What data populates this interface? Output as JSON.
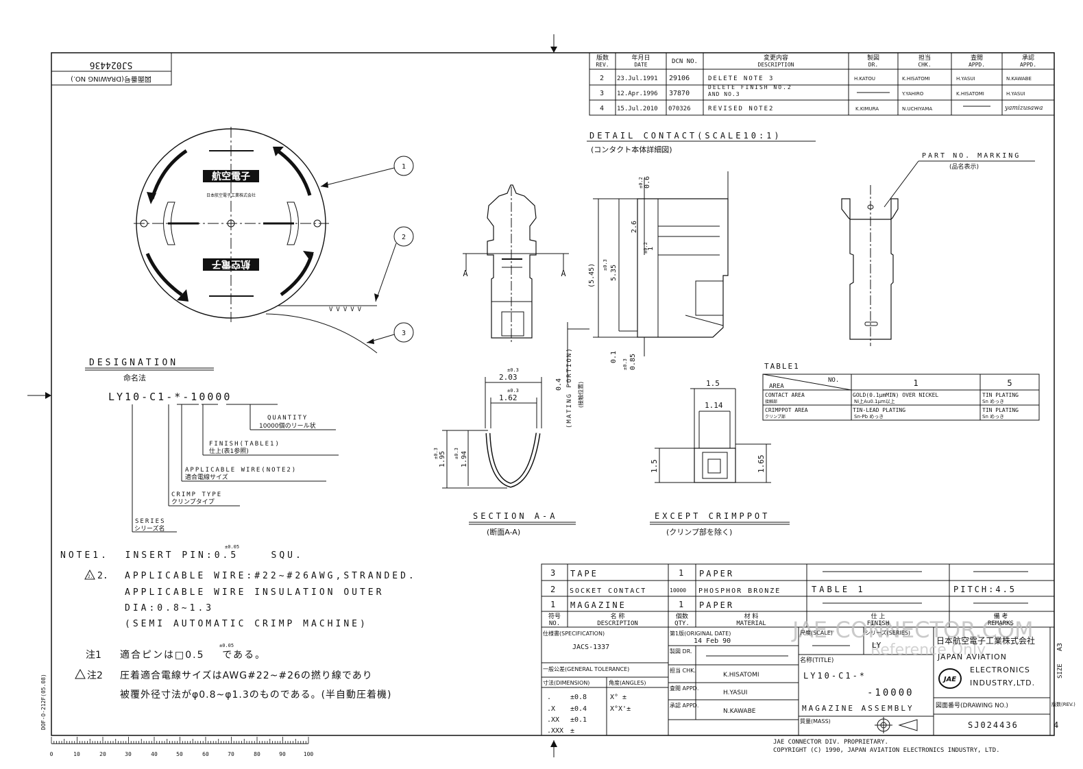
{
  "drawing_no_box": {
    "label": "図面番号(DRAWING NO.)",
    "value": "SJ024436"
  },
  "revision_table": {
    "headers": [
      {
        "jp": "版数",
        "en": "REV."
      },
      {
        "jp": "年月日",
        "en": "DATE"
      },
      {
        "jp": "",
        "en": "DCN NO."
      },
      {
        "jp": "変更内容",
        "en": "DESCRIPTION"
      },
      {
        "jp": "製図",
        "en": "DR."
      },
      {
        "jp": "担当",
        "en": "CHK."
      },
      {
        "jp": "査閲",
        "en": "APPD."
      },
      {
        "jp": "承認",
        "en": "APPD."
      }
    ],
    "rows": [
      {
        "rev": "2",
        "date": "23.Jul.1991",
        "dcn": "29106",
        "desc": "DELETE NOTE 3",
        "desc2": "",
        "dr": "H.KATOU",
        "chk": "K.HISATOMI",
        "appd1": "H.YASUI",
        "appd2": "N.KAWABE"
      },
      {
        "rev": "3",
        "date": "12.Apr.1996",
        "dcn": "37870",
        "desc": "DELETE FINISH NO.2",
        "desc2": "AND NO.3",
        "dr": "",
        "chk": "Y.YAHIRO",
        "appd1": "K.HISATOMI",
        "appd2": "H.YASUI"
      },
      {
        "rev": "4",
        "date": "15.Jul.2010",
        "dcn": "070326",
        "desc": "REVISED NOTE2",
        "desc2": "",
        "dr": "K.KIMURA",
        "chk": "N.UCHIYAMA",
        "appd1": "",
        "appd2": "yamizusawa"
      }
    ]
  },
  "reel": {
    "logo_text": "航空電子",
    "logo_sub": "日本航空電子工業株式会社",
    "callouts": [
      "1",
      "2",
      "3"
    ],
    "tape_marks": "VVVVV"
  },
  "designation": {
    "title": "DESIGNATION",
    "title_jp": "命名法",
    "code": "LY10-C1-*-10000",
    "parts": [
      {
        "en": "QUANTITY",
        "jp": "10000個のリール状"
      },
      {
        "en": "FINISH(TABLE1)",
        "jp": "仕上(表1参照)"
      },
      {
        "en": "APPLICABLE WIRE(NOTE2)",
        "jp": "適合電線サイズ"
      },
      {
        "en": "CRIMP TYPE",
        "jp": "クリンプタイプ"
      },
      {
        "en": "SERIES",
        "jp": "シリーズ名"
      }
    ]
  },
  "detail": {
    "title": "DETAIL CONTACT(SCALE10:1)",
    "title_jp": "(コンタクト本体詳細図)",
    "part_marking": "PART NO. MARKING",
    "part_marking_jp": "(品名表示)",
    "section_label": "A",
    "dims": {
      "d1": "0.6",
      "d1t": "±0.2",
      "d2": "2.6",
      "d3": "1",
      "d3t": "±0.2",
      "d4": "(5.45)",
      "d5": "5.35",
      "d5t": "±0.3",
      "d6": "0.1",
      "d7": "0.85",
      "d7t": "±0.3",
      "d8": "0.4",
      "mating": "(MATING PORTION)",
      "mating_jp": "(接触位置)"
    }
  },
  "section_aa": {
    "title": "SECTION A-A",
    "title_jp": "(断面A-A)",
    "w1": "2.03",
    "w1t": "±0.3",
    "w2": "1.62",
    "w2t": "±0.3",
    "h1": "1.95",
    "h1t": "±0.3",
    "h2": "1.94",
    "h2t": "±0.3"
  },
  "except_crimppot": {
    "title": "EXCEPT CRIMPPOT",
    "title_jp": "(クリンプ部を除く)",
    "w1": "1.5",
    "w2": "1.14",
    "h1": "1.5",
    "h2": "1.65"
  },
  "table1": {
    "title": "TABLE1",
    "col_no": "NO.",
    "col_area": "AREA",
    "cols": [
      "1",
      "5"
    ],
    "rows": [
      {
        "area": "CONTACT AREA",
        "area_jp": "接触部",
        "c1": "GOLD(0.1μmMIN) OVER NICKEL",
        "c1b": "Ni上Au0.1μm以上",
        "c5": "TIN PLATING",
        "c5b": "Sn めっき"
      },
      {
        "area": "CRIMPPOT AREA",
        "area_jp": "クリンプ部",
        "c1": "TIN-LEAD PLATING",
        "c1b": "Sn-Pb めっき",
        "c5": "TIN PLATING",
        "c5b": "Sn めっき"
      }
    ]
  },
  "notes": {
    "n1": "NOTE1.  INSERT PIN:0.5    SQU.",
    "n1_tol": "±0.05",
    "n2_mark": "2.",
    "n2_l1": "APPLICABLE WIRE:#22~#26AWG,STRANDED.",
    "n2_l2": "APPLICABLE WIRE INSULATION OUTER",
    "n2_l3": "DIA:0.8~1.3",
    "n2_l4": "(SEMI AUTOMATIC CRIMP MACHINE)",
    "jp1_mark": "注1",
    "jp1": "適合ピンは□0.5    である。",
    "jp1_tol": "±0.05",
    "jp2_mark": "注2",
    "jp2_l1": "圧着適合電線サイズはAWG#22~#26の撚り線であり",
    "jp2_l2": "被覆外径寸法がφ0.8~φ1.3のものである。(半自動圧着機)"
  },
  "bom": {
    "rows": [
      {
        "no": "3",
        "desc": "TAPE",
        "qty": "1",
        "mat": "PAPER",
        "finish": "",
        "remarks": ""
      },
      {
        "no": "2",
        "desc": "SOCKET CONTACT",
        "qty": "10000",
        "mat": "PHOSPHOR BRONZE",
        "finish": "TABLE 1",
        "remarks": "PITCH:4.5"
      },
      {
        "no": "1",
        "desc": "MAGAZINE",
        "qty": "1",
        "mat": "PAPER",
        "finish": "",
        "remarks": ""
      }
    ],
    "headers": {
      "no": {
        "jp": "符号",
        "en": "NO."
      },
      "desc": {
        "jp": "名 称",
        "en": "DESCRIPTION"
      },
      "qty": {
        "jp": "個数",
        "en": "QTY."
      },
      "mat": {
        "jp": "材 料",
        "en": "MATERIAL"
      },
      "finish": {
        "jp": "仕 上",
        "en": "FINISH"
      },
      "remarks": {
        "jp": "備 考",
        "en": "REMARKS"
      }
    }
  },
  "title_block": {
    "spec_label": "仕様書(SPECIFICATION)",
    "spec": "JACS-1337",
    "orig_label": "第1版(ORIGINAL DATE)",
    "orig": "14 Feb 90",
    "scale_label": "尺度(SCALE)",
    "series_label": "シリーズ(SERIES)",
    "series": "LY",
    "company_jp": "日本航空電子工業株式会社",
    "company_en1": "JAPAN AVIATION",
    "company_en2": "ELECTRONICS",
    "company_en3": "INDUSTRY,LTD.",
    "logo": "JAE",
    "size_label": "SIZE",
    "size": "A3",
    "dr_label": "製図 DR.",
    "chk_label": "担当 CHK.",
    "chk": "K.HISATOMI",
    "appd1_label": "査閲 APPD.",
    "appd1": "H.YASUI",
    "appd2_label": "承認 APPD.",
    "appd2": "N.KAWABE",
    "title_label": "名称(TITLE)",
    "title1": "LY10-C1-*",
    "title2": "-10000",
    "title3": "MAGAZINE ASSEMBLY",
    "mass_label": "質量(MASS)",
    "dwg_label": "図面番号(DRAWING NO.)",
    "dwg": "SJ024436",
    "rev_label": "版数(REV.)",
    "rev": "4",
    "gt_label": "一般公差(GENERAL TOLERANCE)",
    "dim_label": "寸法(DIMENSION)",
    "ang_label": "角度(ANGLES)",
    "gt_rows": [
      {
        "k": ".",
        "v": "±0.8"
      },
      {
        "k": ".X",
        "v": "±0.4"
      },
      {
        "k": ".XX",
        "v": "±0.1"
      },
      {
        "k": ".XXX",
        "v": "±"
      }
    ],
    "ang_rows": [
      "X° ±",
      "X°X'±"
    ]
  },
  "footer": {
    "l1": "JAE CONNECTOR DIV. PROPRIETARY.",
    "l2": "COPYRIGHT (C) 1990, JAPAN AVIATION ELECTRONICS INDUSTRY, LTD.",
    "side_code": "DOF-O-212F(05.08)",
    "ruler": [
      "0",
      "10",
      "20",
      "30",
      "40",
      "50",
      "60",
      "70",
      "80",
      "90",
      "100"
    ]
  },
  "watermark": {
    "l1": "JAE-CONNECTOR.COM",
    "l2": "Reference Only"
  }
}
